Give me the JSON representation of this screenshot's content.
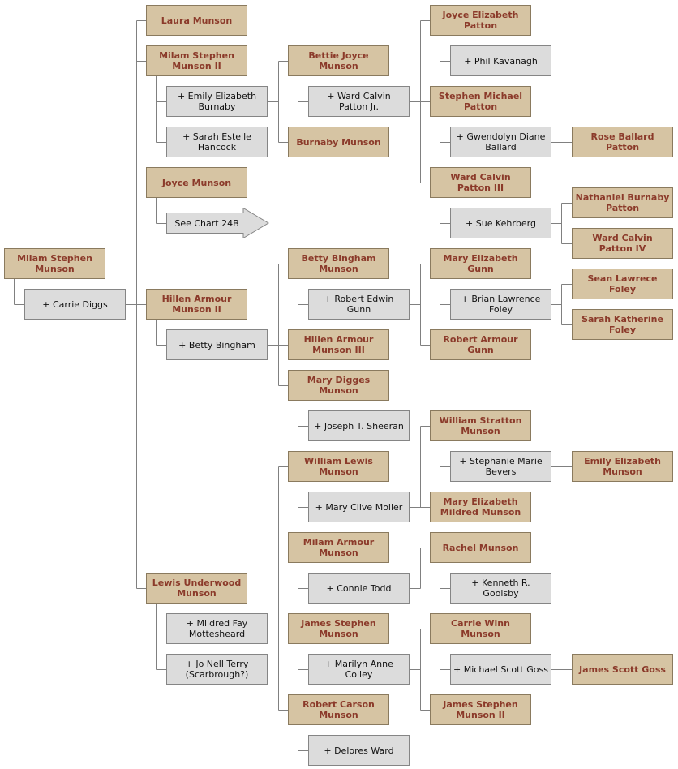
{
  "colors": {
    "person_fill": "#d6c4a3",
    "person_text": "#8b3a2a",
    "spouse_fill": "#dcdcdc",
    "line": "#808080"
  },
  "people": {
    "milam_sr": "Milam Stephen Munson",
    "carrie_diggs": "+ Carrie Diggs",
    "laura": "Laura Munson",
    "milam_ii": "Milam Stephen Munson II",
    "emily_burnaby": "+ Emily Elizabeth Burnaby",
    "sarah_hancock": "+ Sarah Estelle Hancock",
    "bettie_joyce": "Bettie Joyce Munson",
    "ward_jr": "+ Ward Calvin Patton Jr.",
    "burnaby": "Burnaby Munson",
    "joyce_patton": "Joyce Elizabeth Patton",
    "phil": "+ Phil Kavanagh",
    "stephen_patton": "Stephen Michael Patton",
    "gwendolyn": "+ Gwendolyn Diane Ballard",
    "rose": "Rose Ballard Patton",
    "ward_iii": "Ward Calvin Patton III",
    "sue": "+ Sue Kehrberg",
    "nathaniel": "Nathaniel Burnaby Patton",
    "ward_iv": "Ward Calvin Patton IV",
    "joyce_munson": "Joyce Munson",
    "see_chart": "See Chart 24B",
    "hillen_ii": "Hillen Armour Munson II",
    "betty_bingham": "+ Betty Bingham",
    "betty_bingham_munson": "Betty Bingham Munson",
    "robert_gunn": "+ Robert Edwin Gunn",
    "hillen_iii": "Hillen Armour Munson III",
    "mary_digges": "Mary Digges Munson",
    "joseph": "+ Joseph T. Sheeran",
    "mary_gunn": "Mary Elizabeth Gunn",
    "brian": "+ Brian Lawrence Foley",
    "sean": "Sean Lawrece Foley",
    "sarah_foley": "Sarah Katherine Foley",
    "robert_armour_gunn": "Robert Armour Gunn",
    "lewis": "Lewis Underwood Munson",
    "mildred": "+ Mildred Fay Mottesheard",
    "jo_nell": "+ Jo Nell Terry (Scarbrough?)",
    "william_lewis": "William Lewis Munson",
    "mary_clive": "+ Mary Clive Moller",
    "william_stratton": "William Stratton Munson",
    "stephanie": "+ Stephanie Marie Bevers",
    "emily_munson": "Emily Elizabeth Munson",
    "mary_mildred": "Mary Elizabeth Mildred Munson",
    "milam_armour": "Milam Armour Munson",
    "connie": "+ Connie Todd",
    "rachel": "Rachel Munson",
    "kenneth": "+ Kenneth R. Goolsby",
    "james_stephen": "James Stephen Munson",
    "marilyn": "+ Marilyn Anne Colley",
    "carrie_winn": "Carrie Winn Munson",
    "michael": "+ Michael Scott Goss",
    "james_goss": "James Scott Goss",
    "james_ii": "James Stephen Munson II",
    "robert_carson": "Robert Carson Munson",
    "delores": "+ Delores Ward"
  }
}
